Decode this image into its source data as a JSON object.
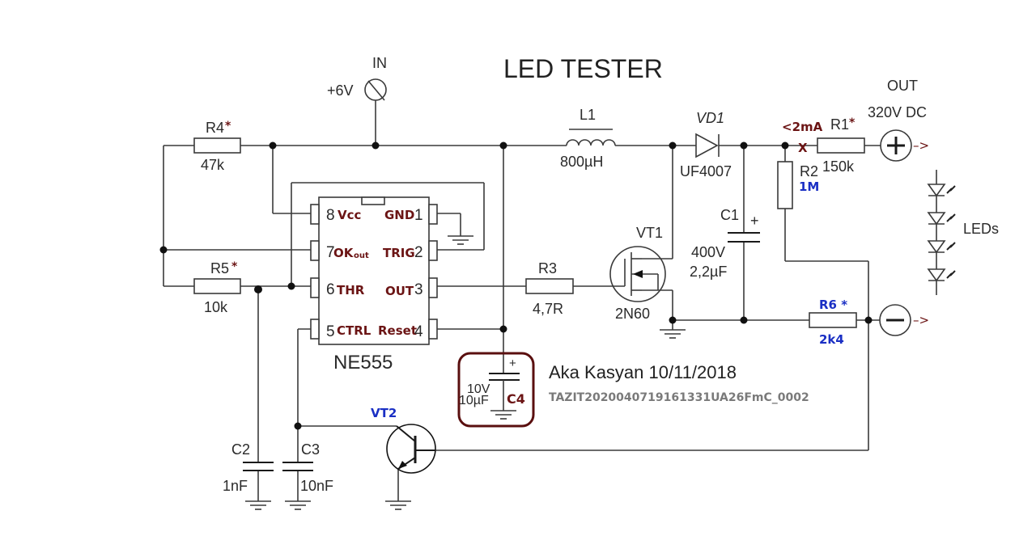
{
  "title": "LED TESTER",
  "input": {
    "label": "IN",
    "voltage": "+6V"
  },
  "output": {
    "label": "OUT",
    "voltage": "320V DC",
    "plus_symbol": "+",
    "minus_symbol": "−",
    "arrow": "–>"
  },
  "current_note": "<2mA",
  "break_mark": "X",
  "ic": {
    "name": "NE555",
    "pins": [
      {
        "num": "8",
        "name": "Vcc"
      },
      {
        "num": "7",
        "name": "OK",
        "sub": "out"
      },
      {
        "num": "6",
        "name": "THR"
      },
      {
        "num": "5",
        "name": "CTRL"
      },
      {
        "num": "1",
        "name": "GND"
      },
      {
        "num": "2",
        "name": "TRIG"
      },
      {
        "num": "3",
        "name": "OUT"
      },
      {
        "num": "4",
        "name": "Reset"
      }
    ]
  },
  "components": {
    "r1": {
      "ref": "R1",
      "mark": "*",
      "value": "150k"
    },
    "r2": {
      "ref": "R2",
      "value": "1M"
    },
    "r3": {
      "ref": "R3",
      "value": "4,7R"
    },
    "r4": {
      "ref": "R4",
      "mark": "*",
      "value": "47k"
    },
    "r5": {
      "ref": "R5",
      "mark": "*",
      "value": "10k"
    },
    "r6": {
      "ref": "R6 *",
      "value": "2k4"
    },
    "l1": {
      "ref": "L1",
      "value": "800µH"
    },
    "vd1": {
      "ref": "VD1",
      "value": "UF4007"
    },
    "c1": {
      "ref": "C1",
      "voltage": "400V",
      "value": "2,2µF",
      "polarity": "+"
    },
    "c2": {
      "ref": "C2",
      "value": "1nF"
    },
    "c3": {
      "ref": "C3",
      "value": "10nF"
    },
    "c4": {
      "ref": "C4",
      "voltage": "10V",
      "value": "10µF",
      "polarity": "+"
    },
    "vt1": {
      "ref": "VT1",
      "value": "2N60"
    },
    "vt2": {
      "ref": "VT2"
    }
  },
  "leds": {
    "label": "LEDs",
    "count": 4
  },
  "author": "Aka Kasyan 10/11/2018",
  "watermark": "TAZIT2020040719161331UA26FmC_0002"
}
